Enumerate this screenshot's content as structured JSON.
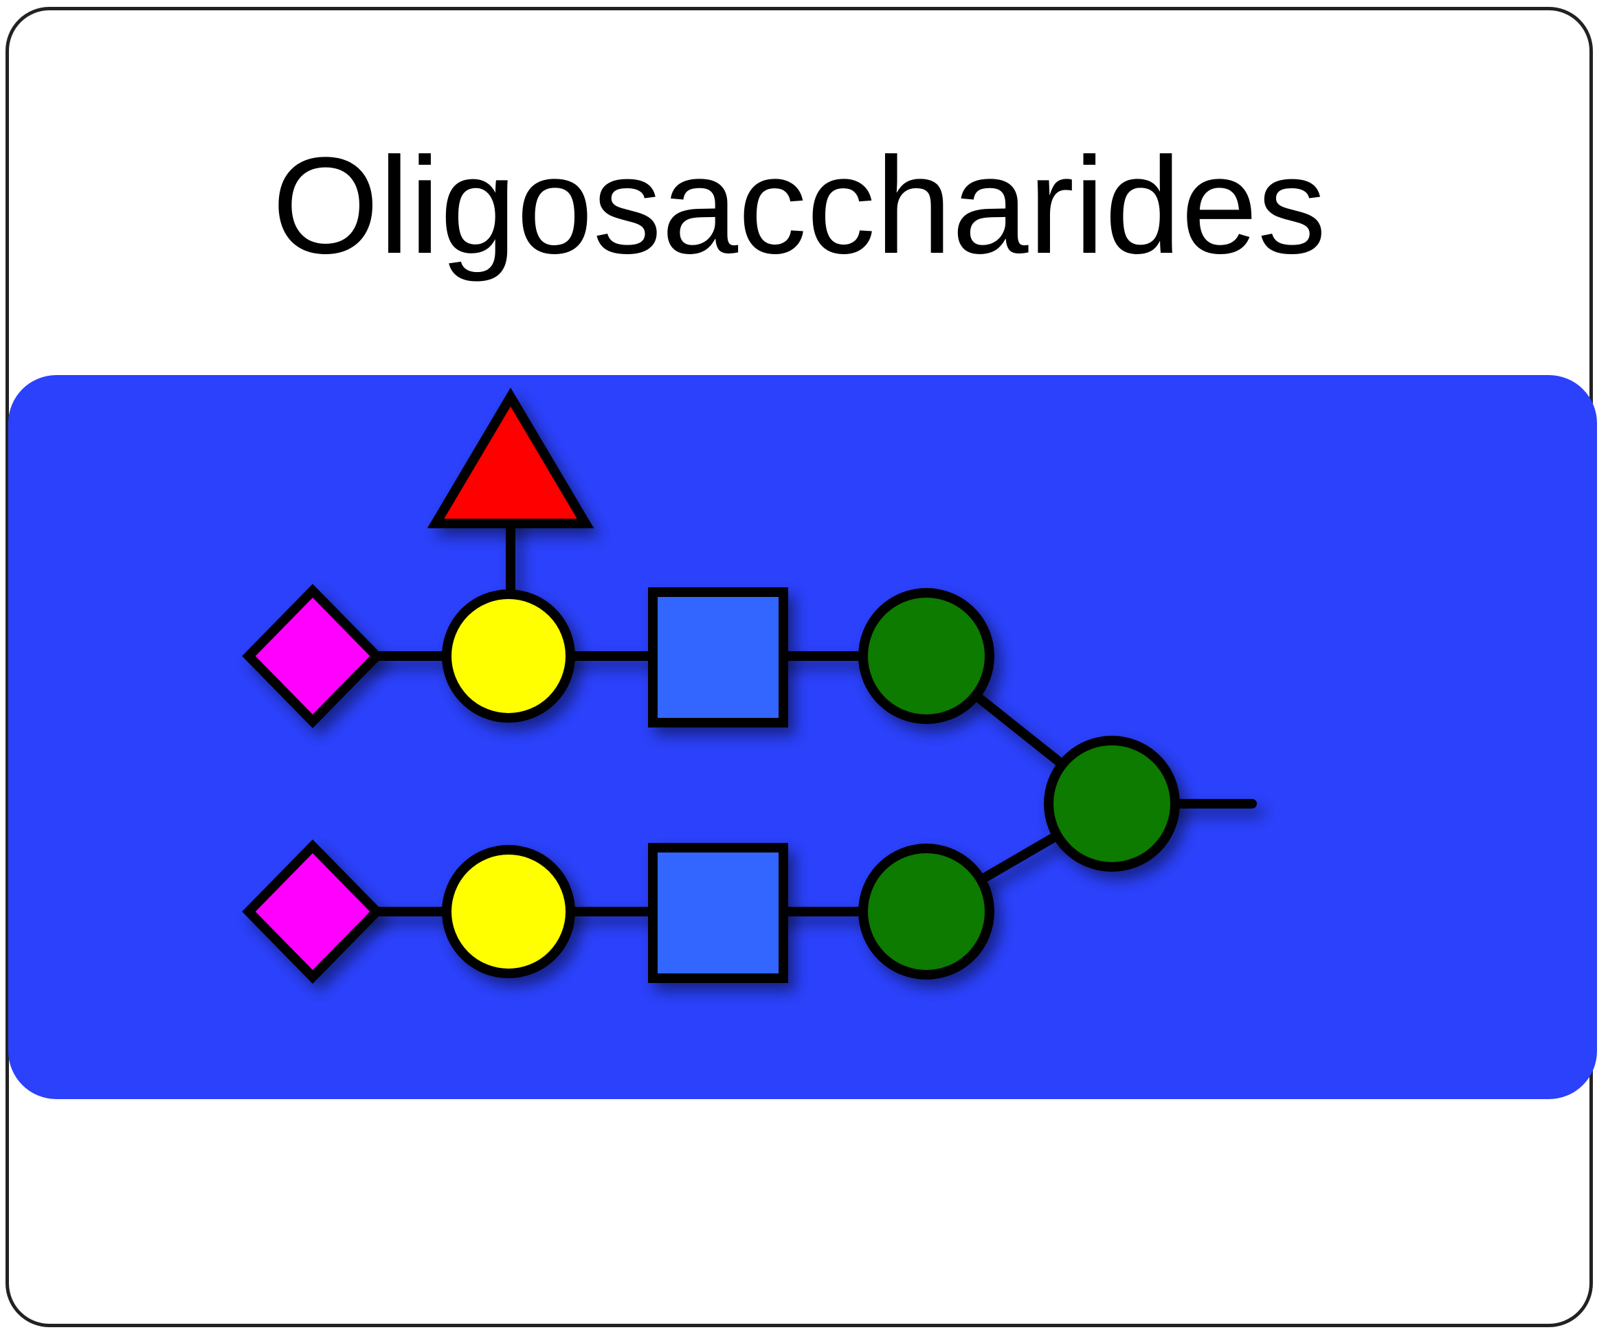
{
  "title": "Oligosaccharides",
  "colors": {
    "band": "#2b41fb",
    "sialic_acid": "#ff00ff",
    "galactose": "#ffff00",
    "glcnac": "#3366ff",
    "mannose": "#117a00",
    "fucose": "#ff0000",
    "outline": "#000000"
  },
  "glycan": {
    "residues": [
      {
        "id": "sia-upper",
        "shape": "diamond",
        "type": "sialic_acid"
      },
      {
        "id": "gal-upper",
        "shape": "circle",
        "type": "galactose"
      },
      {
        "id": "fuc",
        "shape": "triangle",
        "type": "fucose"
      },
      {
        "id": "glcnac-upper",
        "shape": "square",
        "type": "glcnac"
      },
      {
        "id": "man-upper",
        "shape": "circle",
        "type": "mannose"
      },
      {
        "id": "man-core",
        "shape": "circle",
        "type": "mannose"
      },
      {
        "id": "sia-lower",
        "shape": "diamond",
        "type": "sialic_acid"
      },
      {
        "id": "gal-lower",
        "shape": "circle",
        "type": "galactose"
      },
      {
        "id": "glcnac-lower",
        "shape": "square",
        "type": "glcnac"
      },
      {
        "id": "man-lower",
        "shape": "circle",
        "type": "mannose"
      }
    ]
  }
}
